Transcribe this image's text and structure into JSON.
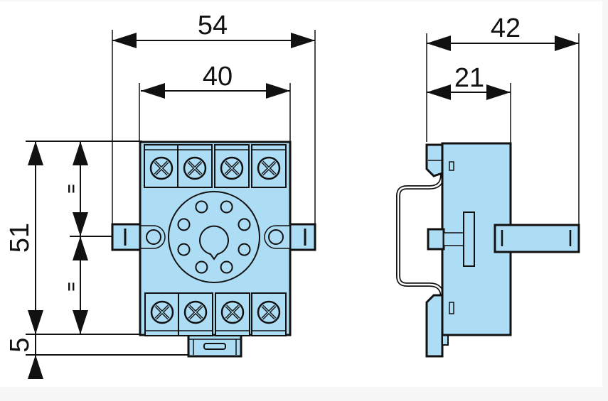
{
  "diagram": {
    "title": "Relay socket dimensional drawing",
    "colors": {
      "body": "#addcf5",
      "outline": "#111111",
      "background": "#ffffff"
    },
    "front_view": {
      "dimensions": {
        "overall_width": "54",
        "body_width": "40",
        "body_height": "51",
        "foot_height": "5",
        "equal_top": "=",
        "equal_bottom": "="
      },
      "terminal_screws_top": 4,
      "terminal_screws_bottom": 4,
      "socket_pin_holes": 8
    },
    "side_view": {
      "dimensions": {
        "overall_depth": "42",
        "body_depth": "21"
      }
    }
  }
}
